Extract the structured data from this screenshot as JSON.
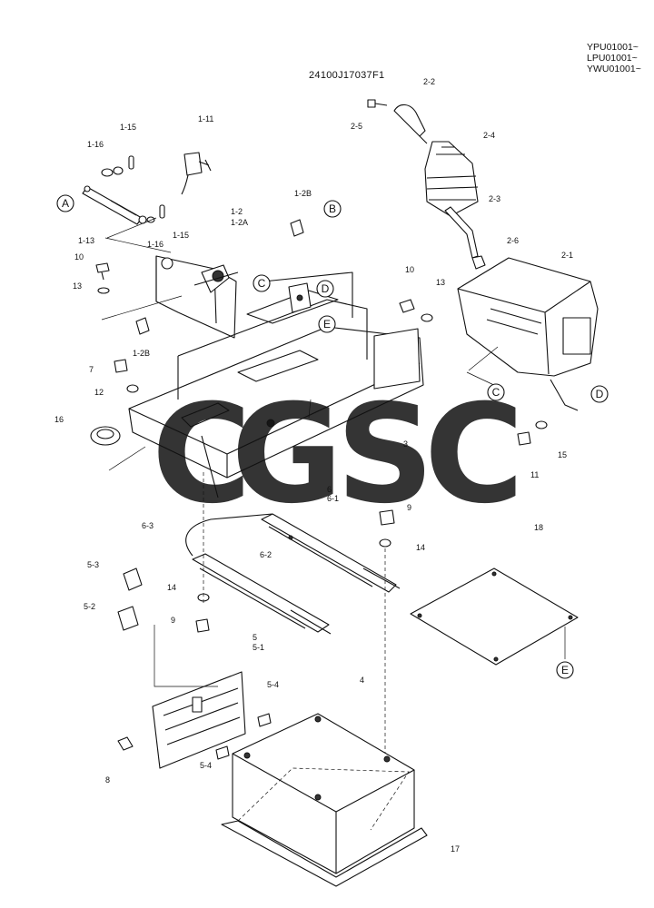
{
  "header": {
    "serials": [
      "YPU01001~",
      "LPU01001~",
      "YWU01001~"
    ],
    "drawing_number": "24100J17037F1"
  },
  "watermark": {
    "letters": [
      {
        "char": "C",
        "color": "#6e9ef0"
      },
      {
        "char": "G",
        "color": "#f08f86"
      },
      {
        "char": "S",
        "color": "#f5d56a"
      },
      {
        "char": "C",
        "color": "#7fc79d"
      }
    ]
  },
  "callouts": [
    {
      "letter": "A"
    },
    {
      "letter": "B"
    },
    {
      "letter": "C"
    },
    {
      "letter": "D"
    },
    {
      "letter": "E"
    },
    {
      "letter": "C"
    },
    {
      "letter": "D"
    },
    {
      "letter": "E"
    }
  ],
  "labels": [
    "1-15",
    "1-16",
    "1-11",
    "1-13",
    "1-16",
    "1-15",
    "1-2",
    "1-2A",
    "1-2B",
    "10",
    "13",
    "1-2B",
    "2-2",
    "2-5",
    "2-4",
    "2-3",
    "2-6",
    "2-1",
    "10",
    "13",
    "7",
    "12",
    "16",
    "3",
    "11",
    "15",
    "6",
    "6-1",
    "6-3",
    "6-2",
    "9",
    "14",
    "14",
    "9",
    "5-3",
    "5-2",
    "18",
    "5",
    "5-1",
    "5-4",
    "5-4",
    "8",
    "4",
    "17"
  ]
}
